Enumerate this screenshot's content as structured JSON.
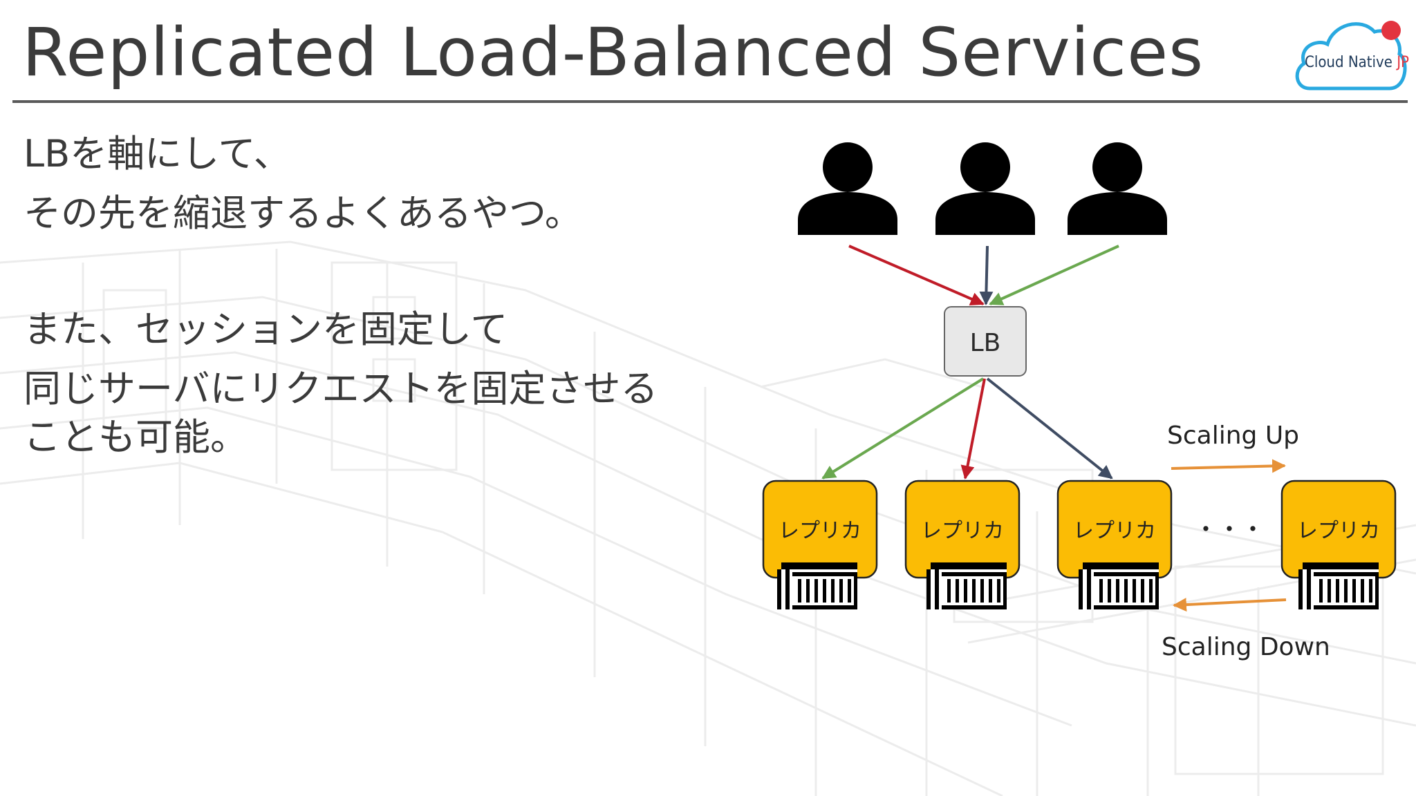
{
  "slide": {
    "title": "Replicated Load-Balanced Services",
    "logo": {
      "text": "Cloud Native ",
      "accent": "JP"
    },
    "text_lines": [
      "LBを軸にして、",
      "その先を縮退するよくあるやつ。",
      "また、セッションを固定して",
      "同じサーバにリクエストを固定させる",
      "ことも可能。"
    ]
  },
  "diagram": {
    "lb_label": "LB",
    "replica_label": "レプリカ",
    "ellipsis": "・・・",
    "scaling_up": "Scaling Up",
    "scaling_down": "Scaling Down",
    "user_icon": "user-icon",
    "container_icon": "container-icon"
  },
  "colors": {
    "arrow_red": "#c01c28",
    "arrow_navy": "#3f4c63",
    "arrow_green": "#6aa84f",
    "arrow_orange": "#e69138",
    "replica_fill": "#fbbc05",
    "lb_fill": "#e8e8e8"
  }
}
